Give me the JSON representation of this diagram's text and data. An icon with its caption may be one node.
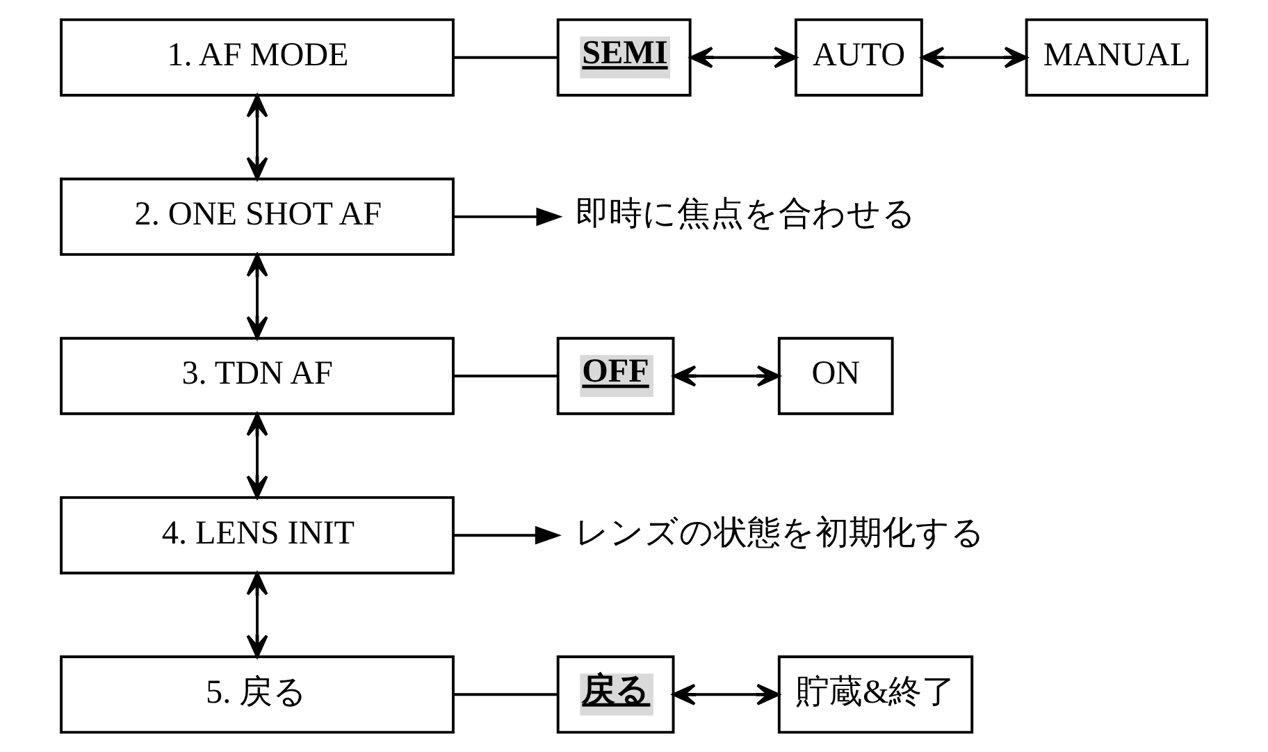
{
  "diagram": {
    "nodes": [
      {
        "text": [
          "1. AF MODE"
        ]
      },
      {
        "text": [
          "SEMI"
        ]
      },
      {
        "text": [
          "AUTO"
        ]
      },
      {
        "text": [
          "MANUAL"
        ]
      },
      {
        "text": [
          "2. ONE SHOT AF"
        ]
      },
      {
        "text": [
          "即時に焦点を合わせる"
        ]
      },
      {
        "text": [
          "3. TDN AF"
        ]
      },
      {
        "text": [
          "OFF"
        ]
      },
      {
        "text": [
          "ON"
        ]
      },
      {
        "text": [
          "4. LENS INIT"
        ]
      },
      {
        "text": [
          "レンズの状態を初期化する"
        ]
      },
      {
        "text": [
          "5. 戻る"
        ]
      },
      {
        "text": [
          "戻る"
        ]
      },
      {
        "text": [
          "貯蔵&終了"
        ]
      }
    ],
    "edges": [
      {
        "from": 0,
        "to": 1,
        "arrow": "none"
      },
      {
        "from": 1,
        "to": 2,
        "arrow": "both"
      },
      {
        "from": 2,
        "to": 3,
        "arrow": "both"
      },
      {
        "from": 0,
        "to": 4,
        "arrow": "both"
      },
      {
        "from": 4,
        "to": 5,
        "arrow": "to"
      },
      {
        "from": 4,
        "to": 6,
        "arrow": "both"
      },
      {
        "from": 6,
        "to": 7,
        "arrow": "none"
      },
      {
        "from": 7,
        "to": 8,
        "arrow": "both"
      },
      {
        "from": 6,
        "to": 9,
        "arrow": "both"
      },
      {
        "from": 9,
        "to": 10,
        "arrow": "to"
      },
      {
        "from": 9,
        "to": 11,
        "arrow": "both"
      },
      {
        "from": 11,
        "to": 12,
        "arrow": "none"
      },
      {
        "from": 12,
        "to": 13,
        "arrow": "both"
      }
    ]
  }
}
